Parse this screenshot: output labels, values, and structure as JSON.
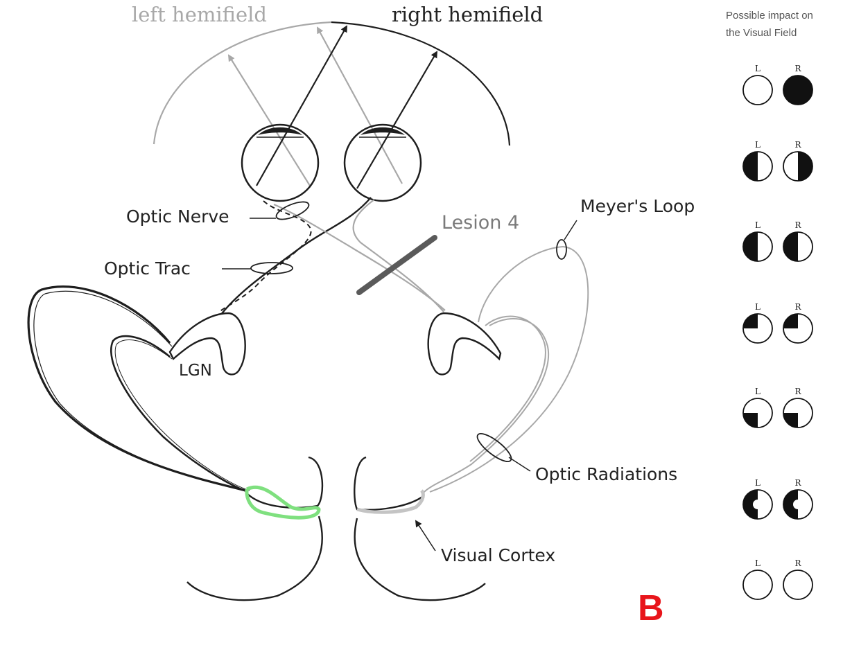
{
  "header": {
    "left_hemifield": "left hemifield",
    "right_hemifield": "right hemifield"
  },
  "labels": {
    "optic_nerve": "Optic Nerve",
    "optic_trac": "Optic Trac",
    "lgn": "LGN",
    "lesion": "Lesion 4",
    "meyers_loop": "Meyer's Loop",
    "optic_radiations": "Optic Radiations",
    "visual_cortex": "Visual Cortex"
  },
  "legend": {
    "title_line1": "Possible impact on",
    "title_line2": "the Visual Field",
    "rows": [
      {
        "left": "L",
        "right": "R",
        "left_pattern": "empty",
        "right_pattern": "full"
      },
      {
        "left": "L",
        "right": "R",
        "left_pattern": "left-half",
        "right_pattern": "right-half"
      },
      {
        "left": "L",
        "right": "R",
        "left_pattern": "left-half",
        "right_pattern": "left-half"
      },
      {
        "left": "L",
        "right": "R",
        "left_pattern": "upper-left-quadrant",
        "right_pattern": "upper-left-quadrant"
      },
      {
        "left": "L",
        "right": "R",
        "left_pattern": "lower-left-quadrant",
        "right_pattern": "lower-left-quadrant"
      },
      {
        "left": "L",
        "right": "R",
        "left_pattern": "left-half-macular-sparing",
        "right_pattern": "left-half-macular-sparing"
      },
      {
        "left": "L",
        "right": "R",
        "left_pattern": "empty",
        "right_pattern": "empty"
      }
    ]
  },
  "panel_letter": "B",
  "colors": {
    "gray_pathway": "#a8a8a8",
    "dark_pathway": "#1e1e1e",
    "lesion_bar": "#5a5a5a",
    "left_cortex_highlight": "#7fe07f",
    "right_cortex_highlight": "#c4c4c4",
    "panel_letter": "#e8151b"
  }
}
